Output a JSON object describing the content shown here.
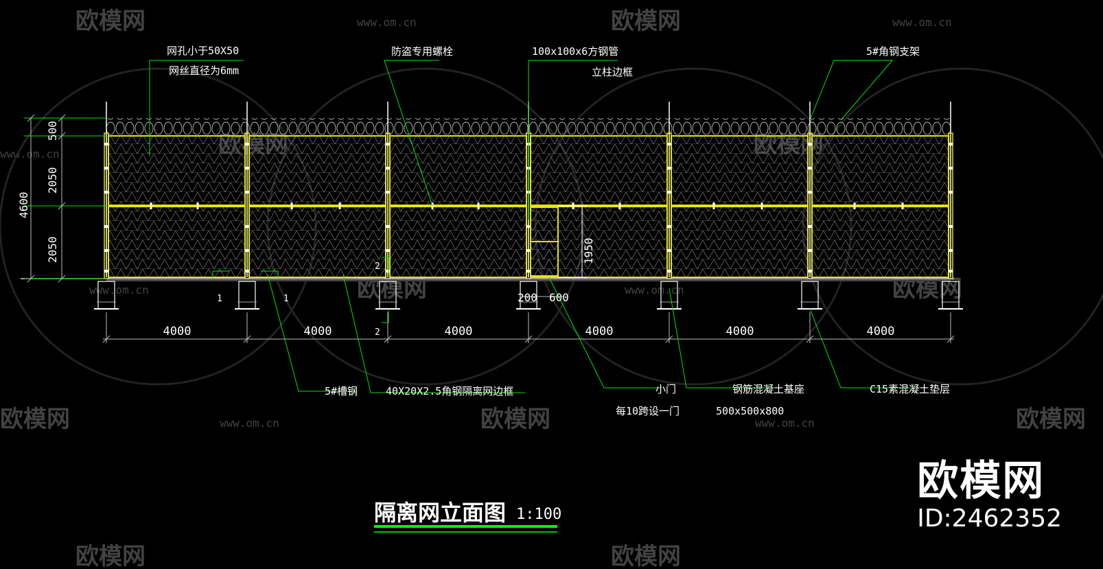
{
  "watermark": {
    "brand": "欧模网",
    "url": "www.om.cn"
  },
  "brand_block": {
    "name": "欧模网",
    "id": "ID:2462352"
  },
  "drawing": {
    "title": "隔离网立面图",
    "scale": "1:100",
    "annotations": {
      "mesh_size": "网孔小于50X50",
      "wire_dia": "网丝直径为6mm",
      "bolt": "防盗专用螺栓",
      "post_pipe": "100x100x6方钢管",
      "post_frame": "立柱边框",
      "angle_brace": "5#角钢支架",
      "channel": "5#槽钢",
      "angle_frame": "40X20X2.5角钢隔离网边框",
      "gate": "小门",
      "gate_note": "每10跨设一门",
      "base": "钢筋混凝土基座",
      "base_size": "500x500x800",
      "cushion": "C15素混凝土垫层"
    },
    "dims": {
      "top": "500",
      "upper": "2050",
      "lower": "2050",
      "total": "4600",
      "gate_h": "1950",
      "gate_offset": "200",
      "gate_w": "600",
      "bays": [
        "4000",
        "4000",
        "4000",
        "4000",
        "4000",
        "4000"
      ]
    },
    "section_marks": {
      "m1a": "1",
      "m1b": "1",
      "m2a": "2",
      "m2b": "2"
    },
    "colors": {
      "frame": "#e6e600",
      "leader": "#00ff00",
      "mesh": "#6e6e6e",
      "text": "#ffffff",
      "ground": "#cccccc"
    }
  }
}
